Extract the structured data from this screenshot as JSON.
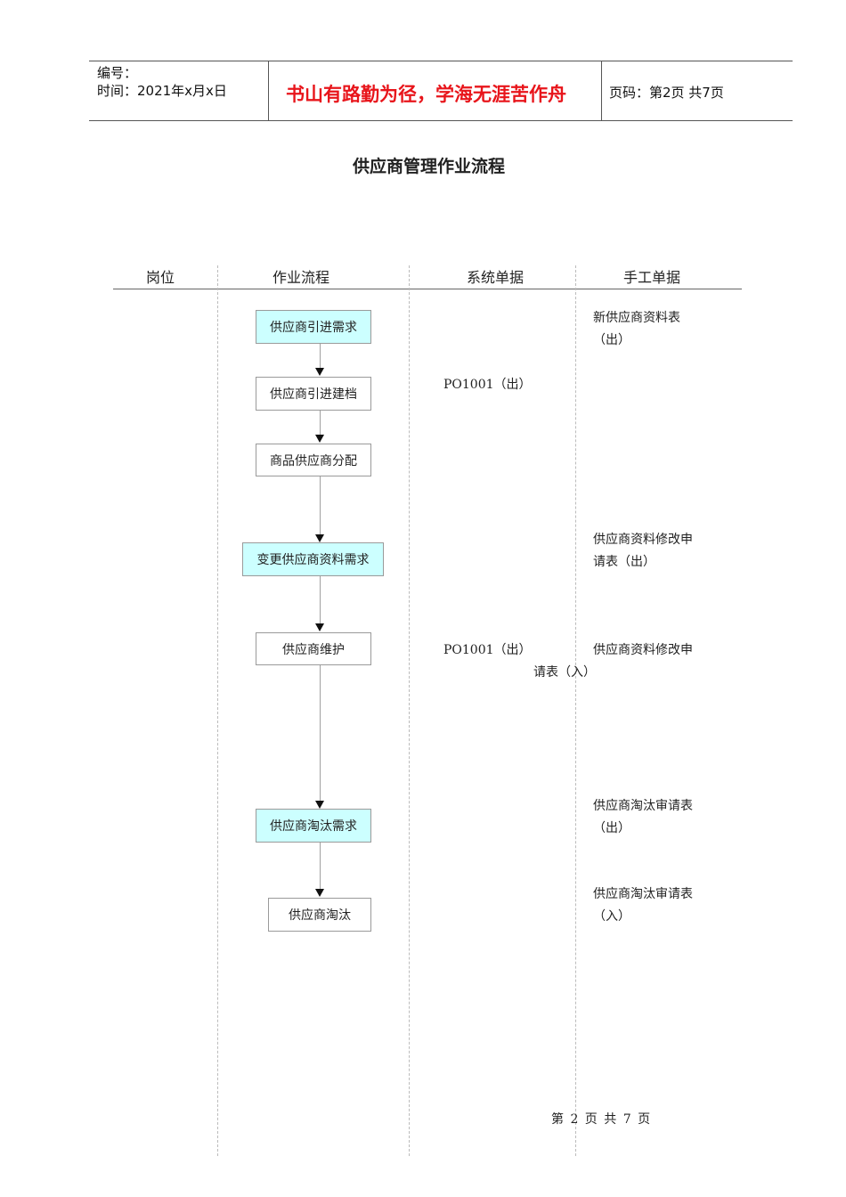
{
  "header": {
    "code_label": "编号：",
    "time_label": "时间：2021年x月x日",
    "motto": "书山有路勤为径，学海无涯苦作舟",
    "page_label": "页码：第2页  共7页"
  },
  "doc_title": "供应商管理作业流程",
  "columns": {
    "post": "岗位",
    "process": "作业流程",
    "system_docs": "系统单据",
    "manual_docs": "手工单据"
  },
  "steps": [
    {
      "label": "供应商引进需求"
    },
    {
      "label": "供应商引进建档"
    },
    {
      "label": "商品供应商分配"
    },
    {
      "label": "变更供应商资料需求"
    },
    {
      "label": "供应商维护"
    },
    {
      "label": "供应商淘汰需求"
    },
    {
      "label": "供应商淘汰"
    }
  ],
  "system_notes": [
    {
      "text": "PO1001（出）"
    },
    {
      "text": "PO1001（出）"
    }
  ],
  "manual_notes": [
    {
      "line1": "新供应商资料表",
      "line2": "（出）"
    },
    {
      "line1": "供应商资料修改申",
      "line2": "请表（出）"
    },
    {
      "line1": "供应商资料修改申",
      "line2": "请表（入）"
    },
    {
      "line1": "供应商淘汰审请表",
      "line2": "（出）"
    },
    {
      "line1": "供应商淘汰审请表",
      "line2": "（入）"
    }
  ],
  "footer": "第 2 页 共 7 页",
  "colors": {
    "motto": "#e8151b",
    "highlight_box": "#ccffff"
  }
}
